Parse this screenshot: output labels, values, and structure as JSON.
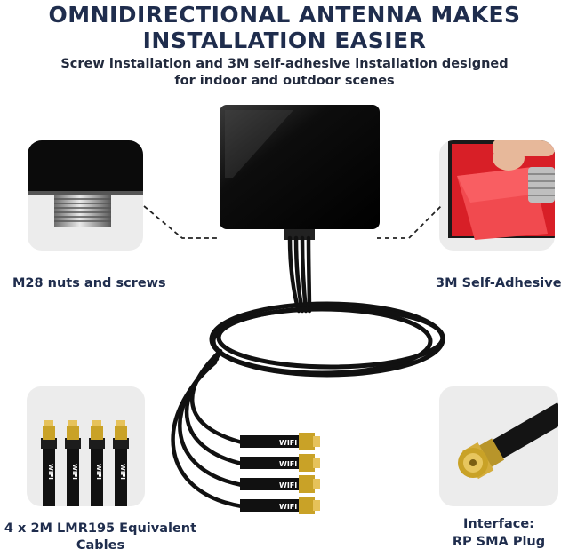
{
  "header": {
    "title_line1": "OMNIDIRECTIONAL ANTENNA MAKES",
    "title_line2": "INSTALLATION EASIER",
    "subtitle_line1": "Screw installation and 3M self-adhesive installation designed",
    "subtitle_line2": "for indoor and outdoor scenes"
  },
  "features": {
    "nuts_label": "M28 nuts and screws",
    "adhesive_label": "3M Self-Adhesive",
    "cables_label_line1": "4 x 2M LMR195 Equivalent",
    "cables_label_line2": "Cables",
    "interface_label_line1": "Interface:",
    "interface_label_line2": "RP SMA Plug"
  },
  "cable_print": "WIFI",
  "colors": {
    "heading": "#1f2d4d",
    "panel_bg": "#ececec",
    "antenna_body": "#0d0d0d",
    "connector_gold": "#c9a227",
    "adhesive_red": "#e0262e"
  },
  "icons": [
    "antenna-body",
    "cable-coil",
    "sma-connector",
    "screw-thread",
    "adhesive-pad"
  ]
}
